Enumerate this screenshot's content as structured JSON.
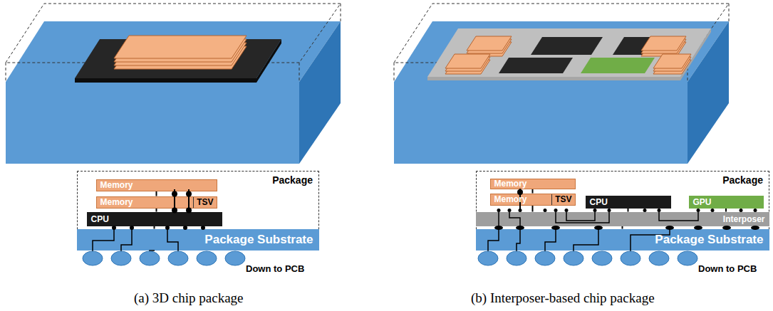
{
  "diagram": {
    "nodes": [
      {
        "text": [
          "Package"
        ]
      },
      {
        "text": [
          "Memory"
        ],
        "in": 0
      },
      {
        "text": [
          "Memory",
          "TSV"
        ],
        "in": 0
      },
      {
        "text": [
          "CPU"
        ],
        "in": 0
      },
      {
        "text": [
          "Package Substrate"
        ],
        "in": 0
      },
      {
        "text": [
          "Package"
        ]
      },
      {
        "text": [
          "Memory"
        ],
        "in": 5
      },
      {
        "text": [
          "Memory",
          "TSV"
        ],
        "in": 5
      },
      {
        "text": [
          "CPU"
        ],
        "in": 5
      },
      {
        "text": [
          "GPU"
        ],
        "in": 5
      },
      {
        "text": [
          "Interposer"
        ],
        "in": 5
      },
      {
        "text": [
          "Package Substrate"
        ],
        "in": 5
      }
    ],
    "edges": [
      {
        "from": 1,
        "to": 2,
        "arrow": "none"
      },
      {
        "from": 2,
        "to": 3,
        "arrow": "none"
      },
      {
        "from": 3,
        "to": 4,
        "arrow": "none"
      },
      {
        "from": 6,
        "to": 7,
        "arrow": "none"
      },
      {
        "from": 7,
        "to": 10,
        "arrow": "none"
      },
      {
        "from": 8,
        "to": 10,
        "arrow": "none"
      },
      {
        "from": 9,
        "to": 10,
        "arrow": "none"
      },
      {
        "from": 10,
        "to": 11,
        "arrow": "none"
      }
    ],
    "labels": [
      "Down to PCB",
      "(a) 3D chip package",
      "Down to PCB",
      "(b) Interposer-based chip package"
    ]
  }
}
